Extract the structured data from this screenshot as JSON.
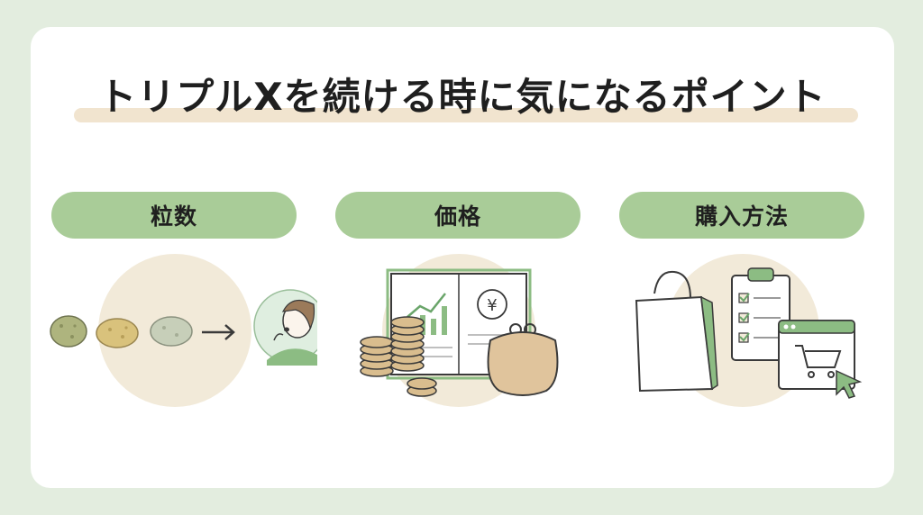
{
  "title": "トリプルXを続ける時に気になるポイント",
  "points": [
    {
      "label": "粒数",
      "illustration": "tablets-and-swallowing-person"
    },
    {
      "label": "価格",
      "illustration": "coins-ledger-and-purse"
    },
    {
      "label": "購入方法",
      "illustration": "shopping-bag-checklist-and-online-cart"
    }
  ],
  "colors": {
    "background": "#e3eddf",
    "card": "#ffffff",
    "pill": "#a9cc98",
    "accent_green": "#6aa56a",
    "beige": "#f2ead9",
    "ink": "#3a3a3a"
  },
  "currency_symbol": "¥"
}
